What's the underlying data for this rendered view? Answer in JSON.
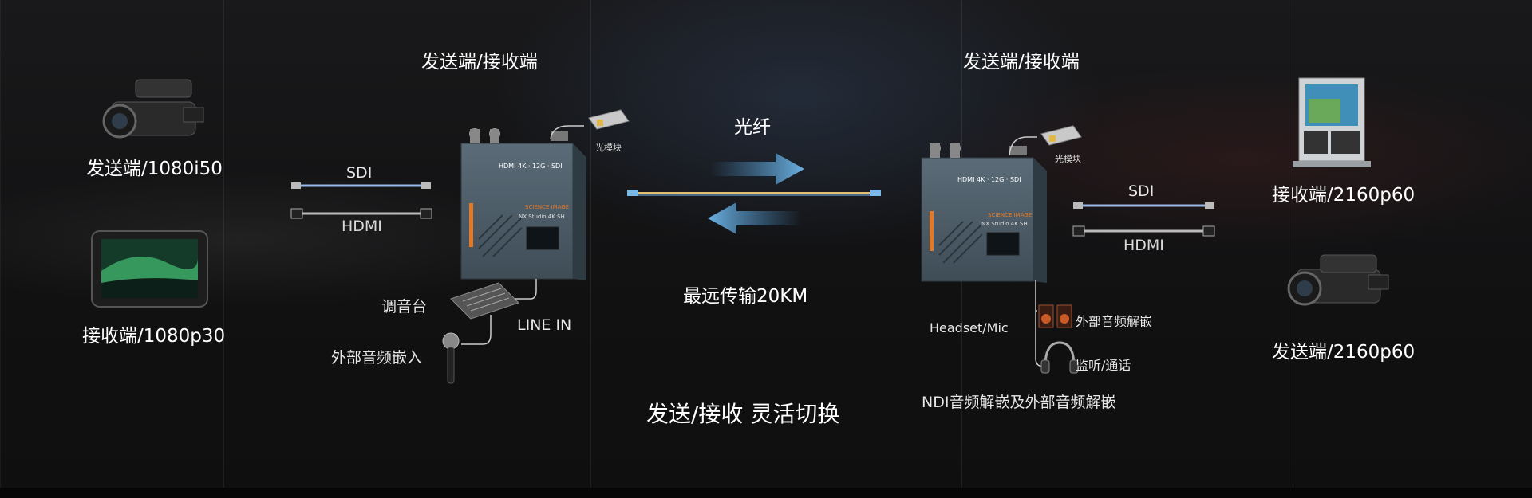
{
  "labels": {
    "sender_receiver_left": "发送端/接收端",
    "sender_receiver_right": "发送端/接收端",
    "sender_1080i50": "发送端/1080i50",
    "receiver_1080p30": "接收端/1080p30",
    "receiver_2160p60": "接收端/2160p60",
    "sender_2160p60": "发送端/2160p60",
    "sdi_left": "SDI",
    "hdmi_left": "HDMI",
    "sdi_right": "SDI",
    "hdmi_right": "HDMI",
    "fiber": "光纤",
    "optical_module_left": "光模块",
    "optical_module_right": "光模块",
    "mixer": "调音台",
    "line_in": "LINE IN",
    "external_audio_in": "外部音频嵌入",
    "max_distance": "最远传输20KM",
    "switch": "发送/接收  灵活切换",
    "headset_mic": "Headset/Mic",
    "external_audio_deembed": "外部音频解嵌",
    "monitor_talkback": "监听/通话",
    "ndi_audio_deembed": "NDI音频解嵌及外部音频解嵌"
  },
  "device": {
    "model_line1": "HDMI 4K · 12G · SDI",
    "brand": "SCIENCE IMAGE",
    "model_line2": "NX Studio 4K SH"
  },
  "colors": {
    "arrow": "#4a90c8",
    "device_body": "#4a5a66",
    "accent_orange": "#e07a2a"
  }
}
